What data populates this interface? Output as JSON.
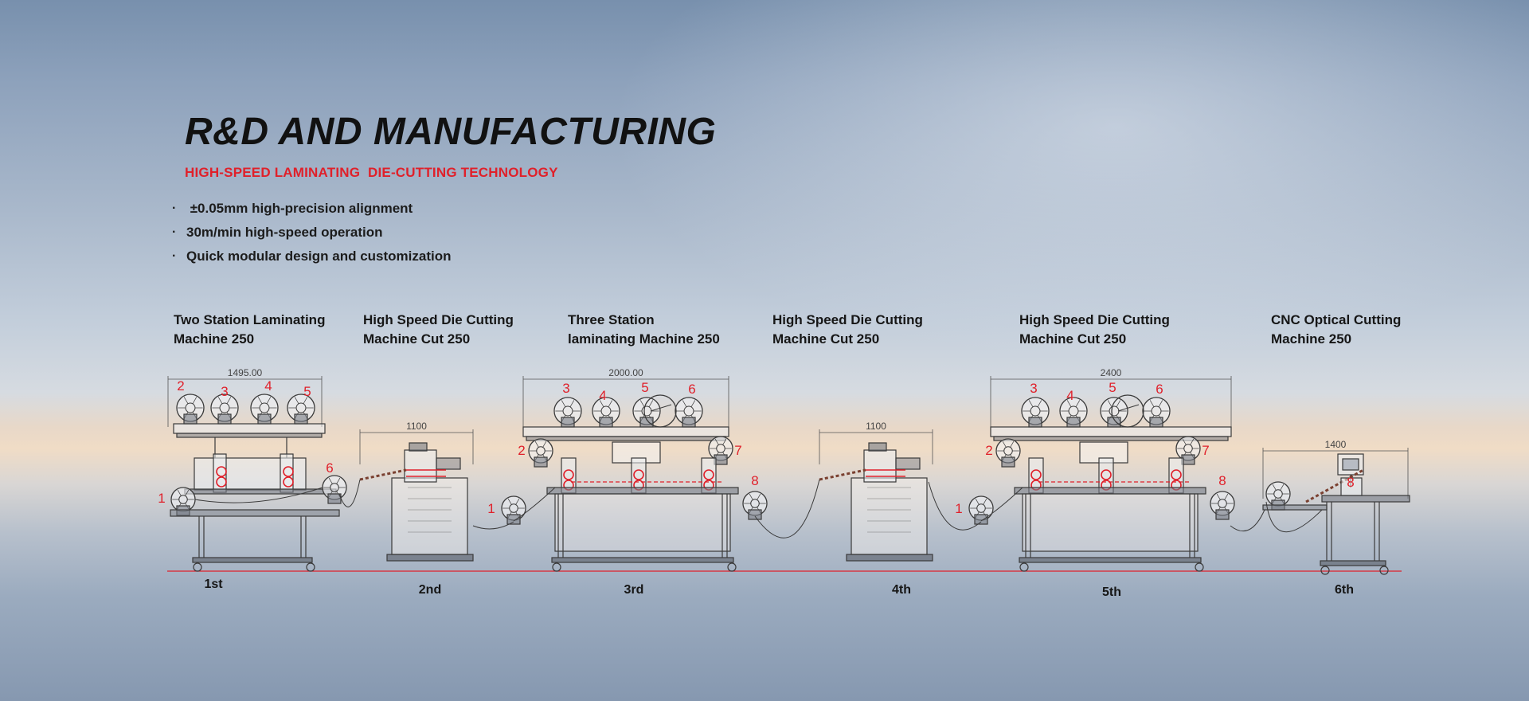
{
  "title": "R&D AND MANUFACTURING",
  "subtitle": "HIGH-SPEED LAMINATING  DIE-CUTTING TECHNOLOGY",
  "features": [
    " ±0.05mm high-precision alignment",
    "30m/min high-speed operation",
    "Quick modular design and customization"
  ],
  "bullet": "·",
  "machines": [
    {
      "line1": "Two Station Laminating",
      "line2": "Machine 250",
      "stage": "1st",
      "dimension": "1495.00",
      "roller_numbers": [
        "1",
        "2",
        "3",
        "4",
        "5",
        "6"
      ]
    },
    {
      "line1": "High Speed Die Cutting",
      "line2": "Machine Cut 250",
      "stage": "2nd",
      "dimension": "1100"
    },
    {
      "line1": "Three Station",
      "line2": "laminating Machine 250",
      "stage": "3rd",
      "dimension": "2000.00",
      "roller_numbers": [
        "1",
        "2",
        "3",
        "4",
        "5",
        "6",
        "7",
        "8"
      ]
    },
    {
      "line1": "High Speed Die Cutting",
      "line2": "Machine Cut 250",
      "stage": "4th",
      "dimension": "1100"
    },
    {
      "line1": "High Speed Die Cutting",
      "line2": "Machine Cut 250",
      "stage": "5th",
      "dimension": "2400",
      "roller_numbers": [
        "1",
        "2",
        "3",
        "4",
        "5",
        "6",
        "7",
        "8"
      ]
    },
    {
      "line1": "CNC Optical Cutting",
      "line2": "Machine 250",
      "stage": "6th",
      "dimension": "1400",
      "roller_numbers": [
        "8"
      ]
    }
  ],
  "colors": {
    "accent_red": "#e0202a",
    "drawing_line": "#3a3a3a",
    "text_dark": "#161616"
  }
}
